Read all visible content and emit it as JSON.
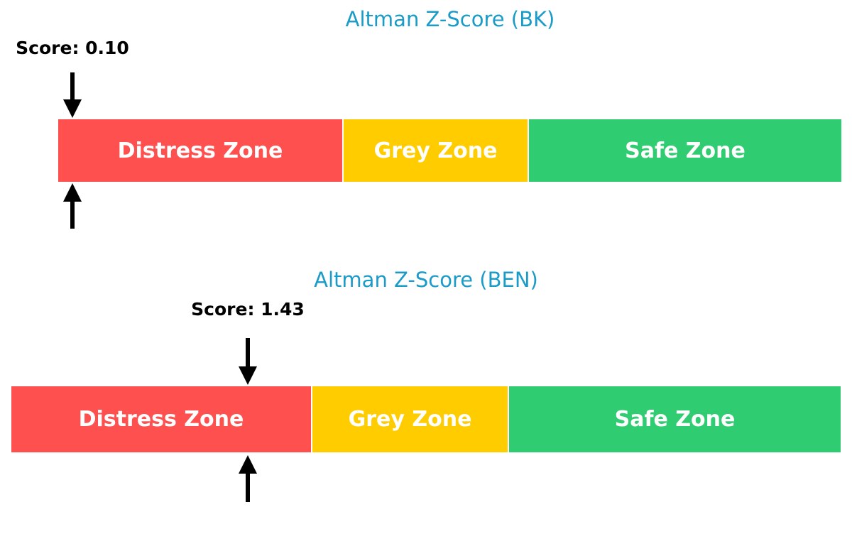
{
  "colors": {
    "title": "#1a9bc8",
    "distress": "#ff5050",
    "grey": "#ffcc00",
    "safe": "#30cc72",
    "arrow": "#000000"
  },
  "charts": [
    {
      "title": "Altman Z-Score (BK)",
      "score_label": "Score: 0.10",
      "zones": [
        {
          "label": "Distress Zone"
        },
        {
          "label": "Grey Zone"
        },
        {
          "label": "Safe Zone"
        }
      ]
    },
    {
      "title": "Altman Z-Score (BEN)",
      "score_label": "Score: 1.43",
      "zones": [
        {
          "label": "Distress Zone"
        },
        {
          "label": "Grey Zone"
        },
        {
          "label": "Safe Zone"
        }
      ]
    }
  ],
  "chart_data": [
    {
      "type": "bar",
      "title": "Altman Z-Score (BK)",
      "orientation": "horizontal-stacked-gauge",
      "categories": [
        "Distress Zone",
        "Grey Zone",
        "Safe Zone"
      ],
      "zone_ranges": [
        [
          -0.3,
          1.8
        ],
        [
          1.8,
          3.0
        ],
        [
          3.0,
          5.0
        ]
      ],
      "score": 0.1,
      "score_label": "Score: 0.10",
      "marker": "arrows above and below bar at score position",
      "zone_colors": [
        "#ff5050",
        "#ffcc00",
        "#30cc72"
      ],
      "xlabel": "",
      "ylabel": "",
      "grid": false,
      "legend": "none"
    },
    {
      "type": "bar",
      "title": "Altman Z-Score (BEN)",
      "orientation": "horizontal-stacked-gauge",
      "categories": [
        "Distress Zone",
        "Grey Zone",
        "Safe Zone"
      ],
      "zone_ranges": [
        [
          0.0,
          1.8
        ],
        [
          1.8,
          3.0
        ],
        [
          3.0,
          5.0
        ]
      ],
      "score": 1.43,
      "score_label": "Score: 1.43",
      "marker": "arrows above and below bar at score position",
      "zone_colors": [
        "#ff5050",
        "#ffcc00",
        "#30cc72"
      ],
      "xlabel": "",
      "ylabel": "",
      "grid": false,
      "legend": "none"
    }
  ]
}
